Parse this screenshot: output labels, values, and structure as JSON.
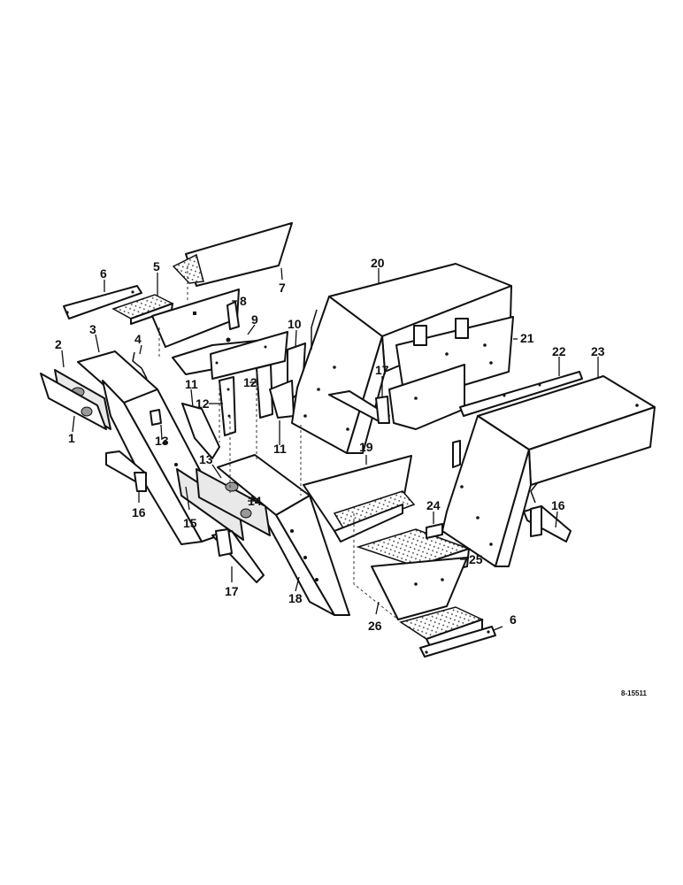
{
  "figure_id": "8-15511",
  "callouts": [
    "1",
    "2",
    "3",
    "4",
    "5",
    "6",
    "7",
    "8",
    "9",
    "10",
    "11",
    "12",
    "13",
    "14",
    "15",
    "16",
    "17",
    "18",
    "19",
    "20",
    "21",
    "22",
    "23",
    "24",
    "25",
    "26"
  ],
  "repeated_callouts": {
    "6b": "6",
    "11b": "11",
    "12b": "12",
    "13b": "13",
    "16b": "16",
    "17b": "17"
  }
}
